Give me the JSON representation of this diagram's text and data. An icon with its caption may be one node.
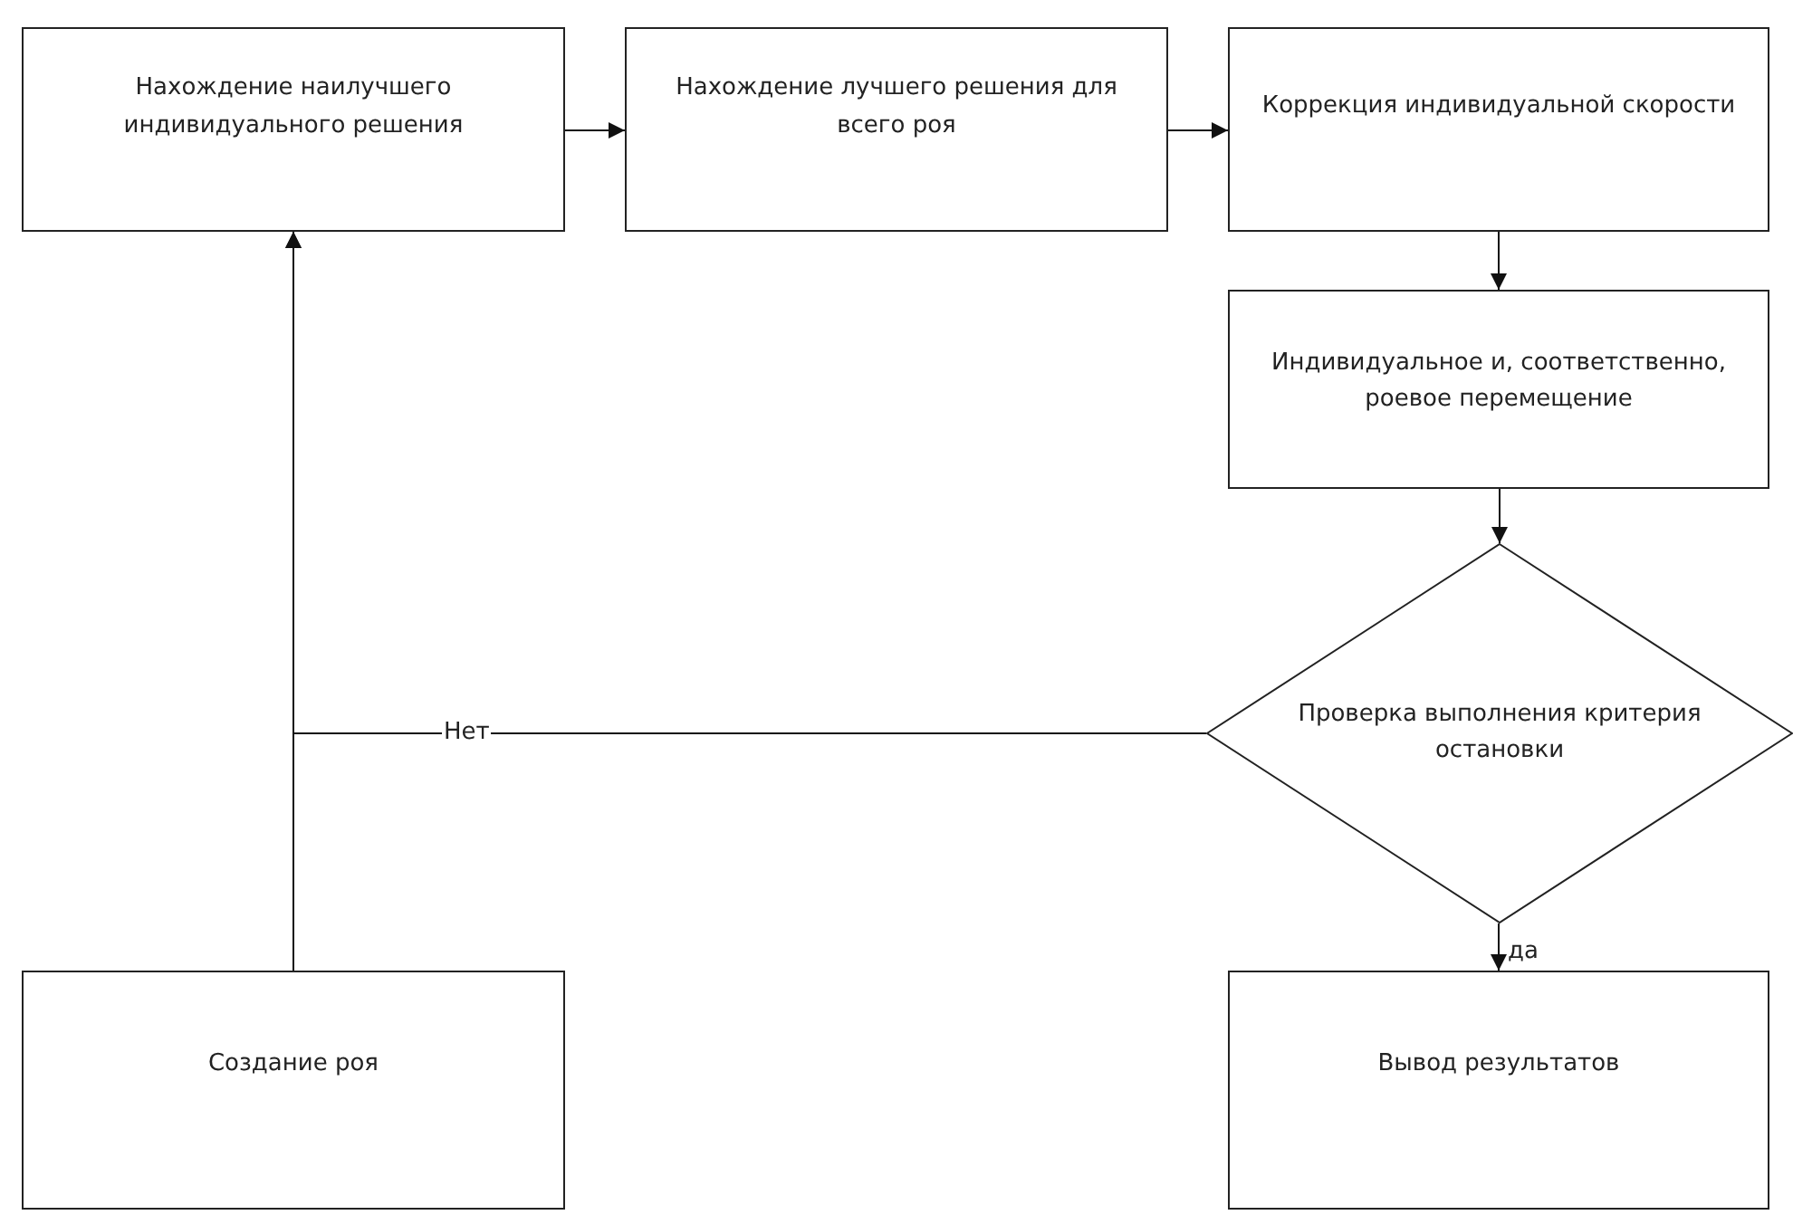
{
  "diagram": {
    "nodes": [
      {
        "text": [
          "Нахождение наилучшего индивидуального решения"
        ]
      },
      {
        "text": [
          "Нахождение лучшего решения для всего роя"
        ]
      },
      {
        "text": [
          "Коррекция индивидуальной скорости"
        ]
      },
      {
        "text": [
          "Индивидуальное и, соответственно, роевое перемещение"
        ]
      },
      {
        "text": [
          "Проверка выполнения критерия остановки"
        ]
      },
      {
        "text": [
          "Создание роя"
        ]
      },
      {
        "text": [
          "Вывод результатов"
        ]
      }
    ],
    "edges": [
      {
        "from": 0,
        "to": 1,
        "arrow": "to"
      },
      {
        "from": 1,
        "to": 2,
        "arrow": "to"
      },
      {
        "from": 2,
        "to": 3,
        "arrow": "to"
      },
      {
        "from": 3,
        "to": 4,
        "arrow": "to"
      },
      {
        "from": 4,
        "to": 6,
        "arrow": "to",
        "label": "да"
      },
      {
        "from": 5,
        "to": 0,
        "arrow": "to"
      },
      {
        "from": 4,
        "to": 0,
        "arrow": "to",
        "label": "Нет"
      }
    ]
  }
}
